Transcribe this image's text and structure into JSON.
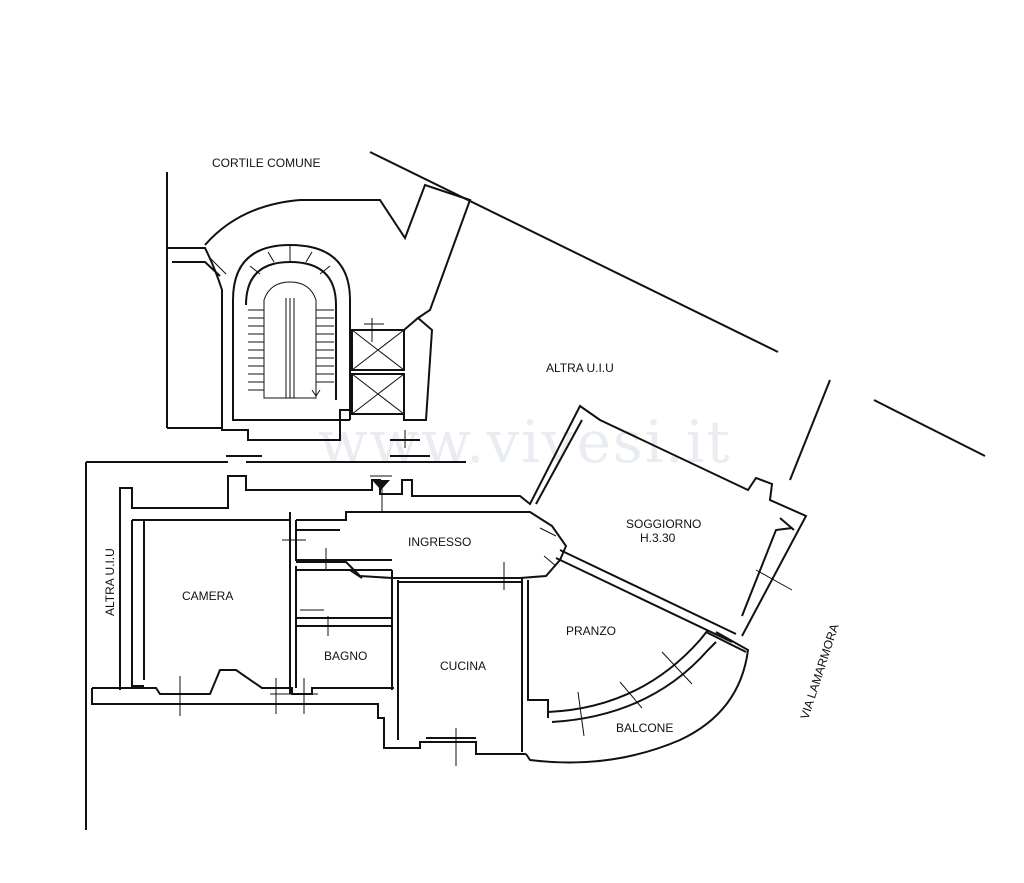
{
  "watermark": "www.vivesi.it",
  "labels": {
    "cortile": "CORTILE COMUNE",
    "altra_top": "ALTRA U.I.U",
    "altra_left": "ALTRA U.I.U",
    "soggiorno": "SOGGIORNO",
    "soggiorno_h": "H.3.30",
    "ingresso": "INGRESSO",
    "camera": "CAMERA",
    "bagno": "BAGNO",
    "cucina": "CUCINA",
    "pranzo": "PRANZO",
    "balcone": "BALCONE",
    "street": "VIA LAMARMORA"
  }
}
